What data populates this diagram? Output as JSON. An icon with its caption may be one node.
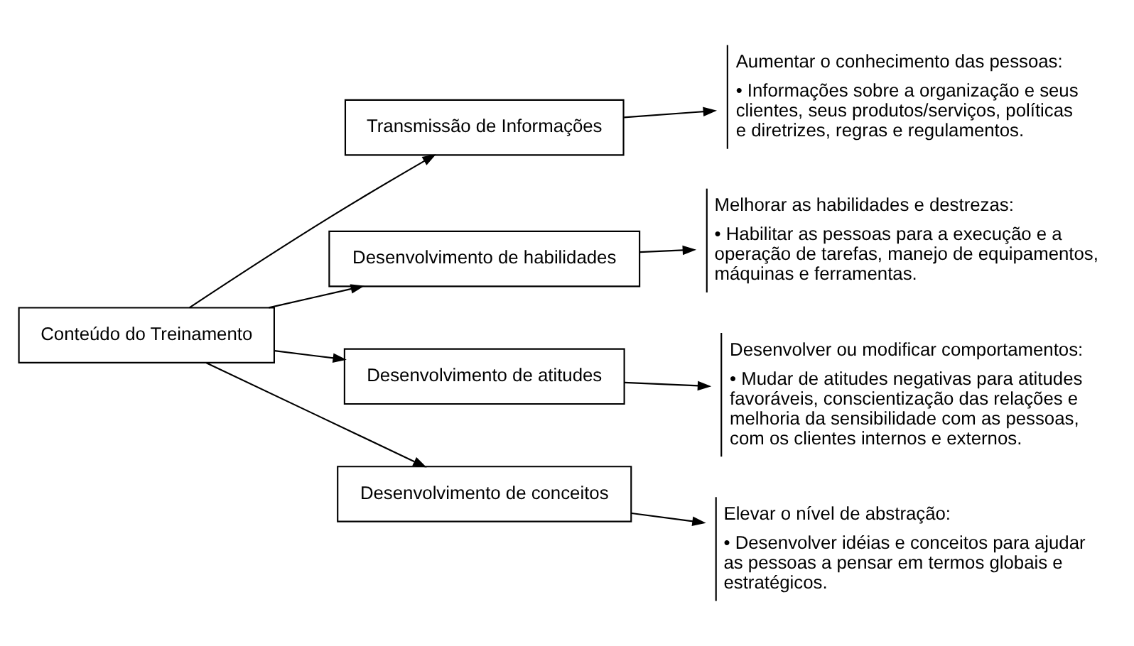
{
  "diagram": {
    "nodes": [
      {
        "text": [
          "Conteúdo do Treinamento"
        ]
      },
      {
        "text": [
          "Transmissão de Informações"
        ]
      },
      {
        "text": [
          "Desenvolvimento de habilidades"
        ]
      },
      {
        "text": [
          "Desenvolvimento de atitudes"
        ]
      },
      {
        "text": [
          "Desenvolvimento de conceitos"
        ]
      },
      {
        "text": [
          "Aumentar o conhecimento das pessoas:",
          "• Informações sobre a organização e seus clientes, seus produtos/serviços, políticas e diretrizes, regras e regulamentos."
        ]
      },
      {
        "text": [
          "Melhorar as habilidades e destrezas:",
          "• Habilitar as pessoas para a execução e a operação de tarefas, manejo de equipamentos, máquinas e ferramentas."
        ]
      },
      {
        "text": [
          "Desenvolver ou modificar comportamentos:",
          "• Mudar de atitudes negativas para atitudes favoráveis, conscientização das relações e melhoria da sensibilidade com as pessoas, com os clientes internos e externos."
        ]
      },
      {
        "text": [
          "Elevar o nível de abstração:",
          "• Desenvolver idéias e conceitos para ajudar as pessoas a pensar em termos globais e estratégicos."
        ]
      }
    ],
    "edges": [
      {
        "from": 0,
        "to": 1,
        "arrow": "to"
      },
      {
        "from": 0,
        "to": 2,
        "arrow": "to"
      },
      {
        "from": 0,
        "to": 3,
        "arrow": "to"
      },
      {
        "from": 0,
        "to": 4,
        "arrow": "to"
      },
      {
        "from": 1,
        "to": 5,
        "arrow": "to"
      },
      {
        "from": 2,
        "to": 6,
        "arrow": "to"
      },
      {
        "from": 3,
        "to": 7,
        "arrow": "to"
      },
      {
        "from": 4,
        "to": 8,
        "arrow": "to"
      }
    ]
  }
}
